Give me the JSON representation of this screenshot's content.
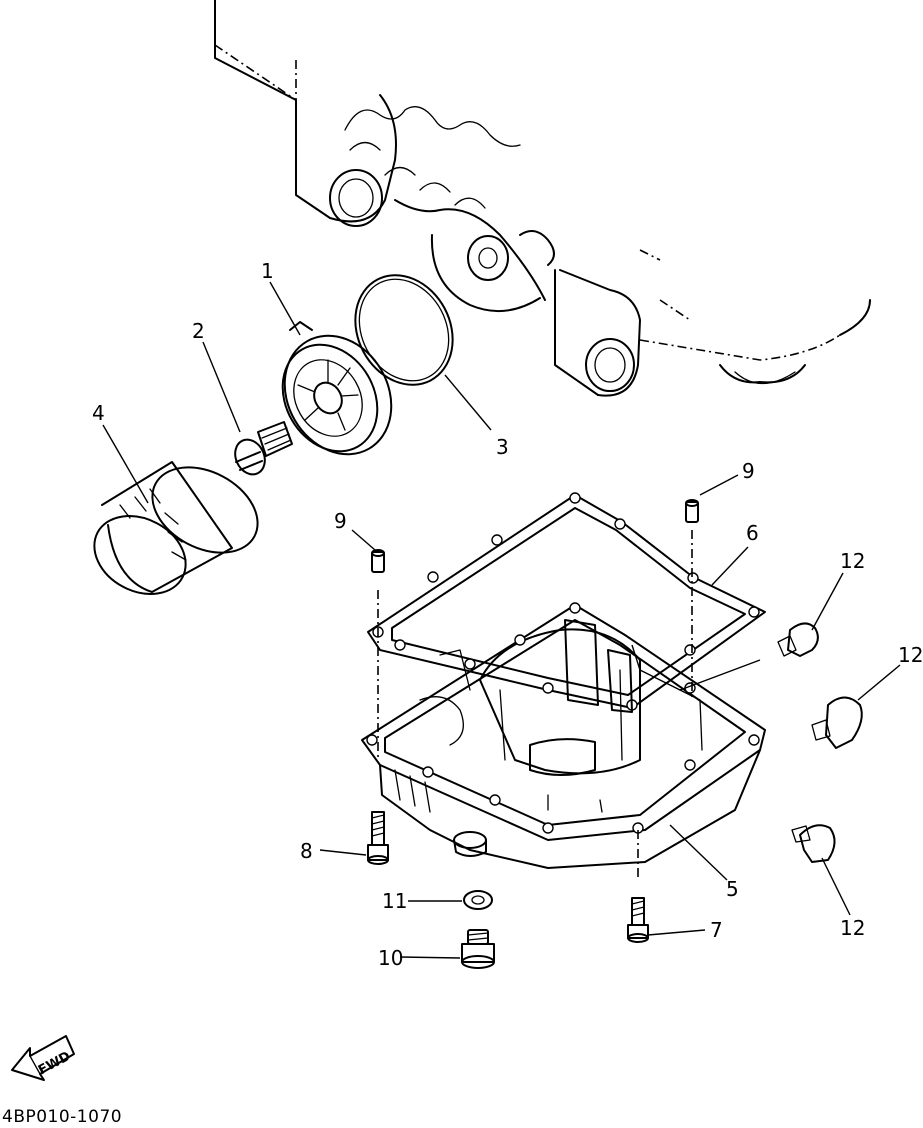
{
  "diagram": {
    "drawing_code": "4BP010-1070",
    "direction_label": "FWD",
    "callouts": [
      {
        "id": "c1",
        "label": "1"
      },
      {
        "id": "c2",
        "label": "2"
      },
      {
        "id": "c3",
        "label": "3"
      },
      {
        "id": "c4",
        "label": "4"
      },
      {
        "id": "c5",
        "label": "5"
      },
      {
        "id": "c6",
        "label": "6"
      },
      {
        "id": "c7",
        "label": "7"
      },
      {
        "id": "c8",
        "label": "8"
      },
      {
        "id": "c9a",
        "label": "9"
      },
      {
        "id": "c9b",
        "label": "9"
      },
      {
        "id": "c10",
        "label": "10"
      },
      {
        "id": "c11",
        "label": "11"
      },
      {
        "id": "c12a",
        "label": "12"
      },
      {
        "id": "c12b",
        "label": "12"
      },
      {
        "id": "c12c",
        "label": "12"
      }
    ]
  }
}
